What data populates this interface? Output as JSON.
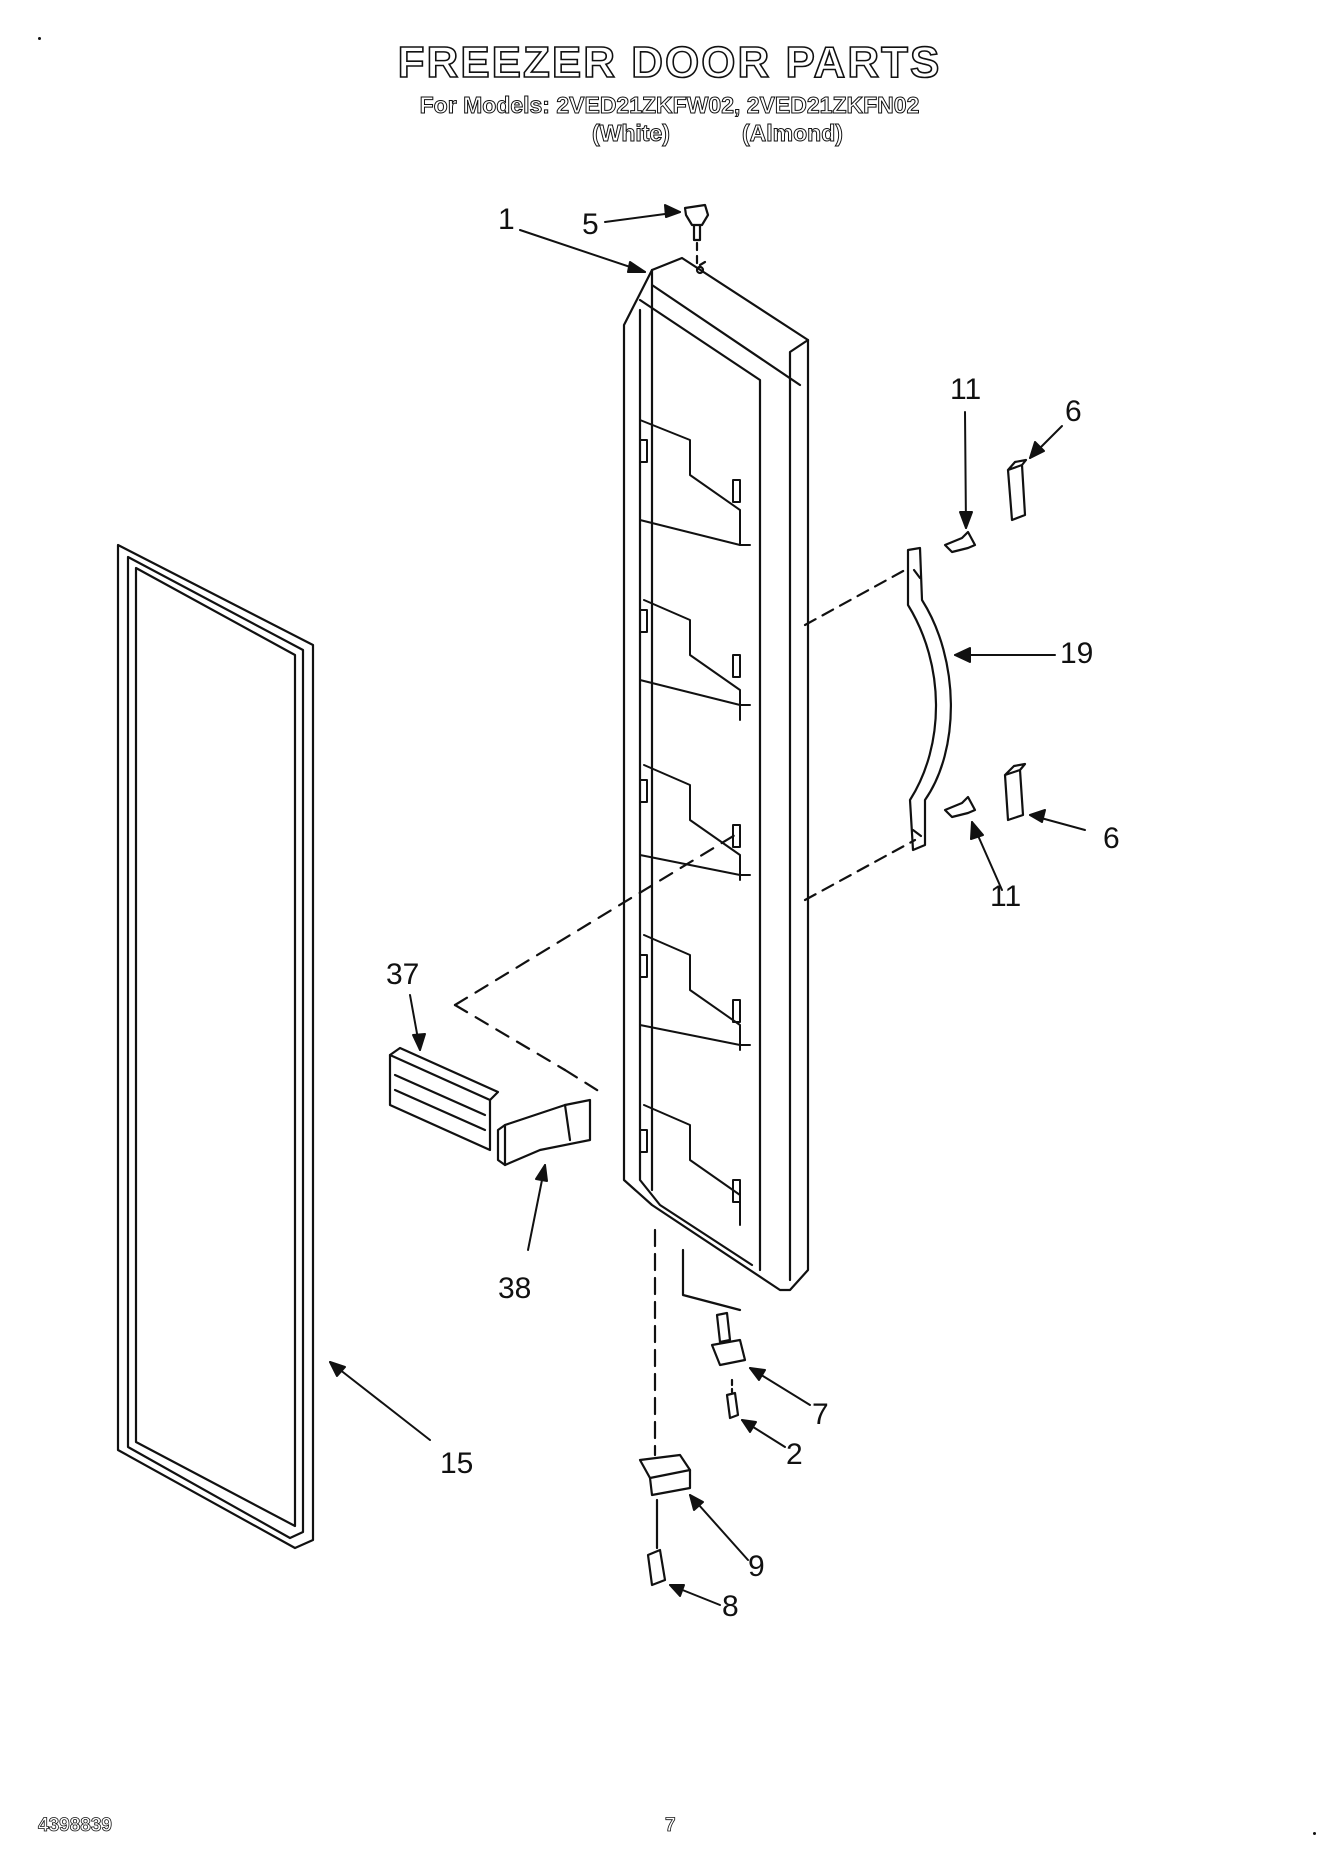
{
  "header": {
    "title": "FREEZER DOOR PARTS",
    "models": "For Models: 2VED21ZKFW02, 2VED21ZKFN02",
    "variant_white": "(White)",
    "variant_almond": "(Almond)"
  },
  "callouts": {
    "c1": "1",
    "c5": "5",
    "c11_top": "11",
    "c6_top": "6",
    "c19": "19",
    "c6_bottom": "6",
    "c11_bottom": "11",
    "c37": "37",
    "c38": "38",
    "c15": "15",
    "c7": "7",
    "c2": "2",
    "c9": "9",
    "c8": "8"
  },
  "footer": {
    "doc_number": "4398839",
    "page_number": "7"
  }
}
